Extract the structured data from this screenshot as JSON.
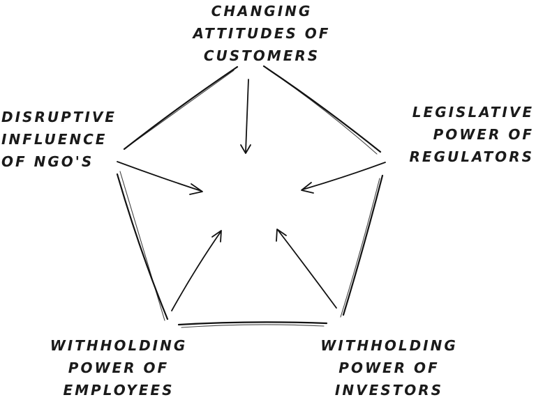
{
  "nodes": {
    "top": [
      "CHANGING",
      "ATTITUDES OF",
      "CUSTOMERS"
    ],
    "left": [
      "DISRUPTIVE",
      "INFLUENCE",
      "OF NGO'S"
    ],
    "right": [
      "LEGISLATIVE",
      "POWER OF",
      "REGULATORS"
    ],
    "bottom_left": [
      "WITHHOLDING",
      "POWER OF",
      "EMPLOYEES"
    ],
    "bottom_right": [
      "WITHHOLDING",
      "POWER OF",
      "INVESTORS"
    ]
  }
}
